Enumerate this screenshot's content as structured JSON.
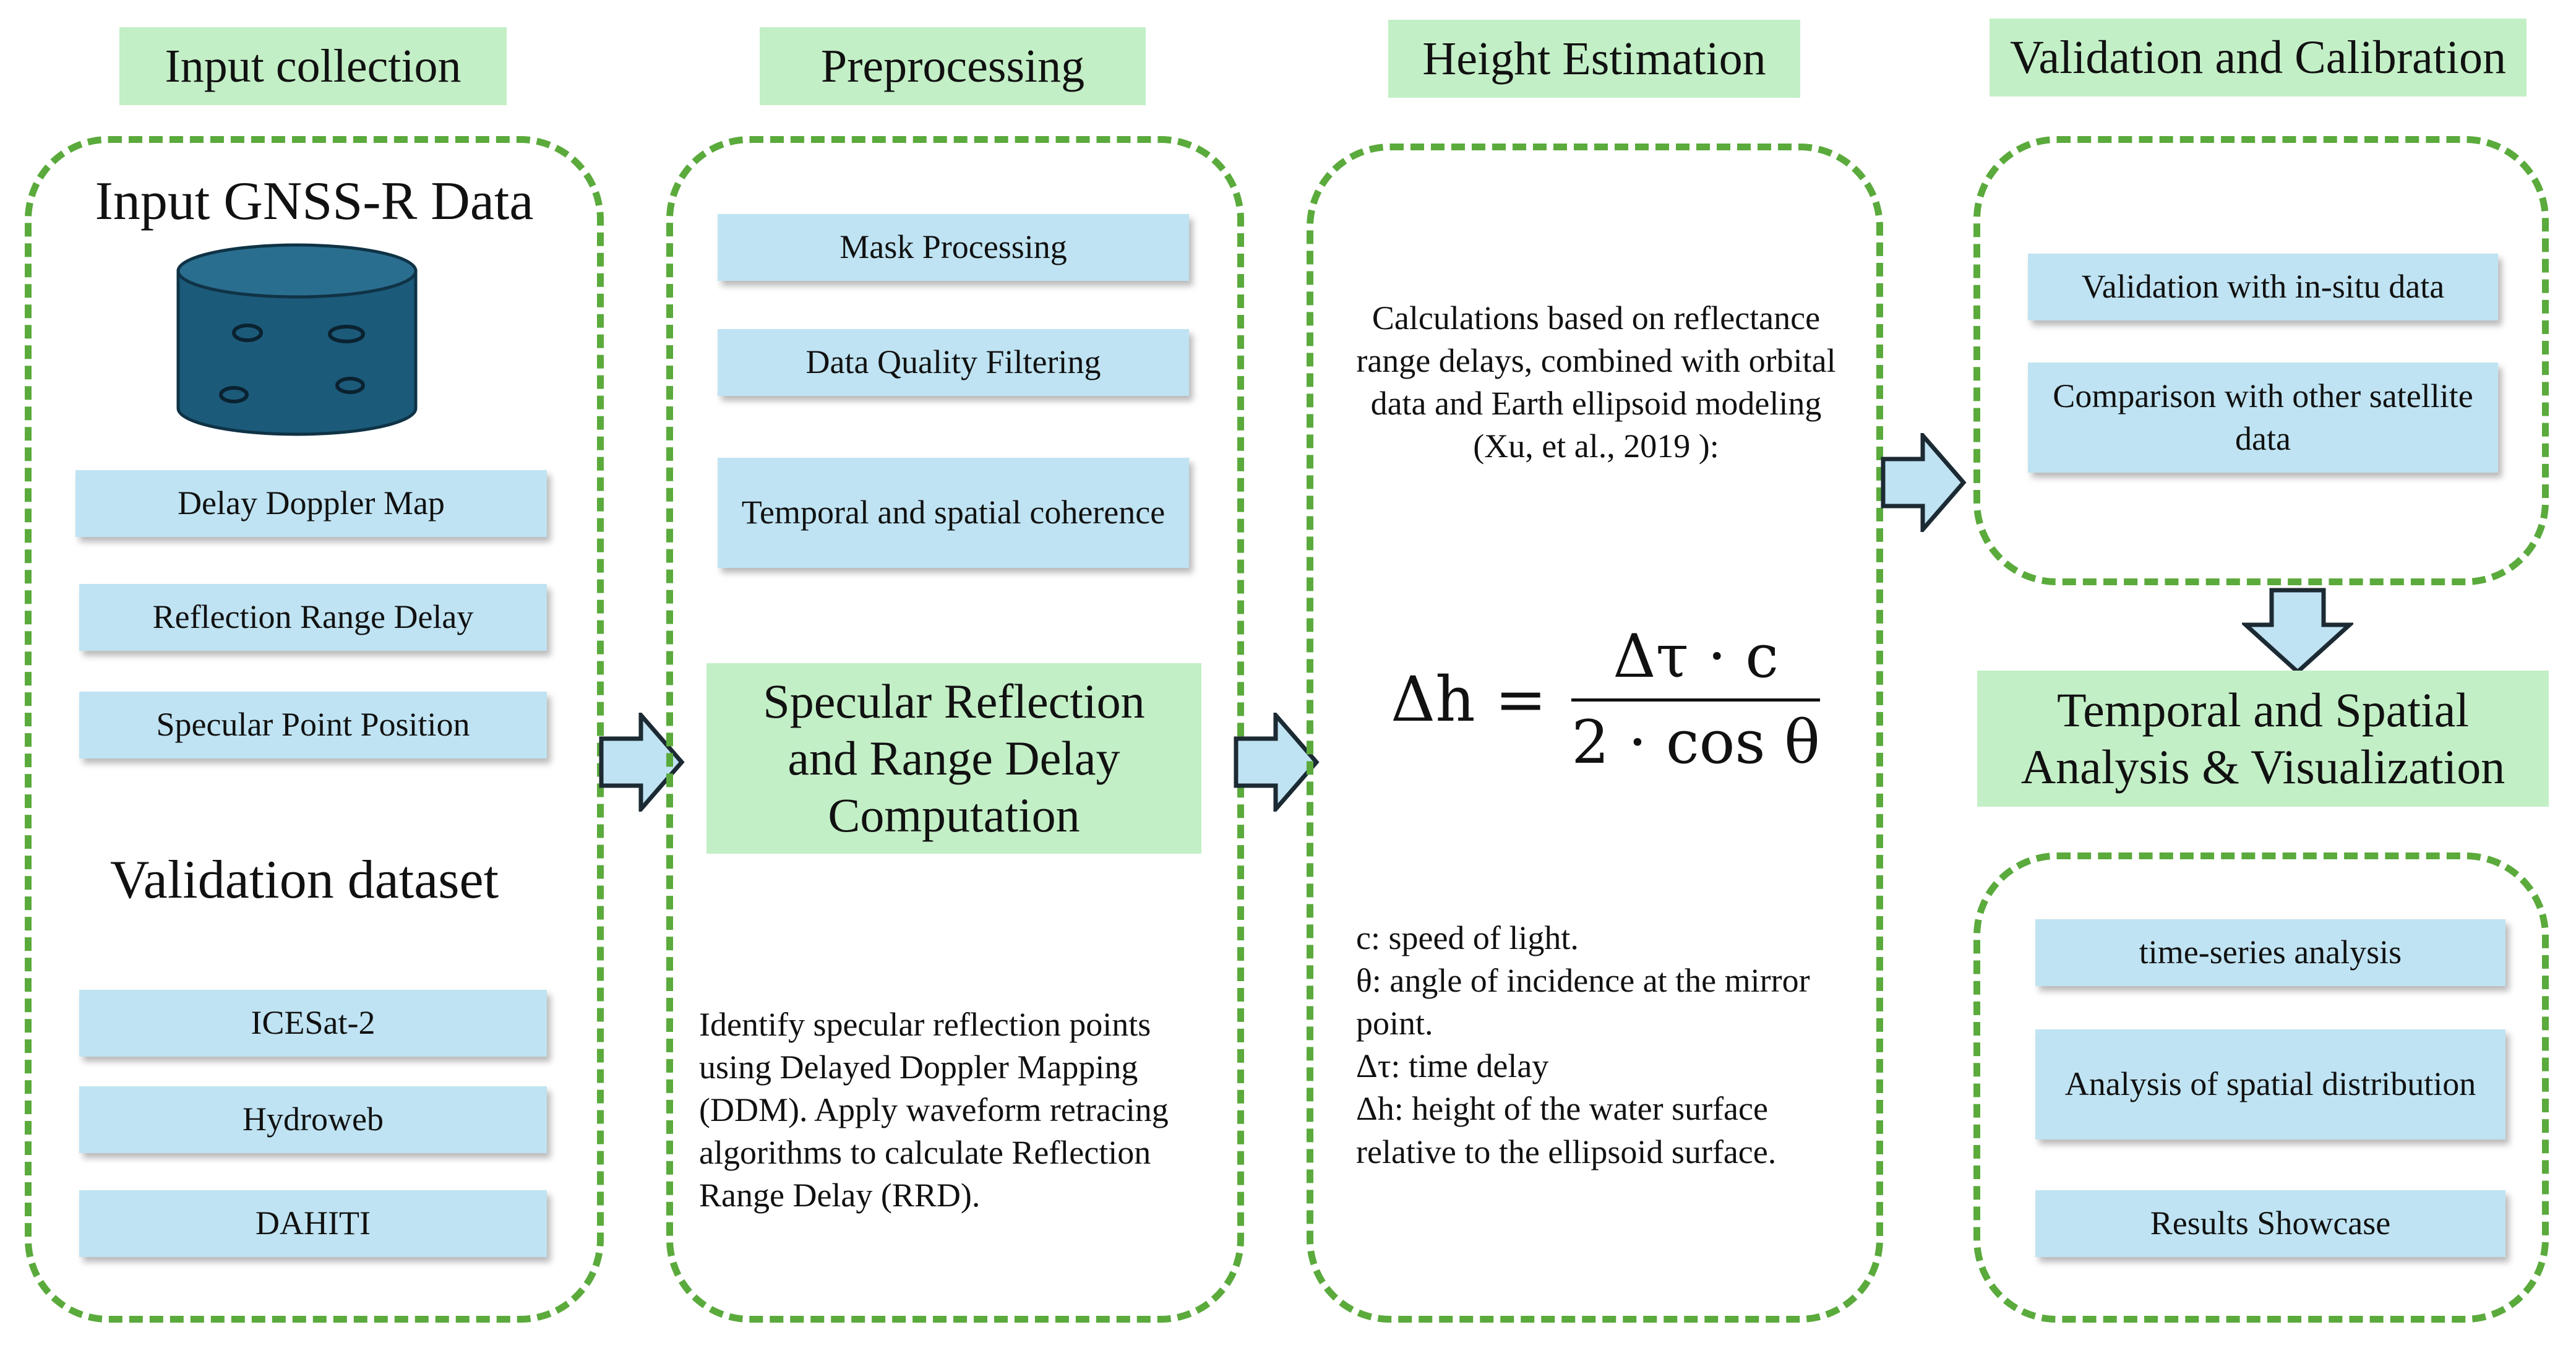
{
  "columns": {
    "input": {
      "header": "Input collection",
      "gnss_title": "Input GNSS-R Data",
      "items": [
        "Delay Doppler Map",
        "Reflection Range Delay",
        "Specular Point Position"
      ],
      "validation_title": "Validation dataset",
      "validation_items": [
        "ICESat-2",
        "Hydroweb",
        "DAHITI"
      ]
    },
    "preprocessing": {
      "header": "Preprocessing",
      "items": [
        "Mask Processing",
        "Data Quality Filtering",
        "Temporal and spatial coherence"
      ],
      "highlight": "Specular Reflection and Range Delay Computation",
      "description": "Identify specular reflection points using Delayed Doppler Mapping (DDM). Apply waveform retracing algorithms to calculate Reflection Range Delay (RRD)."
    },
    "height": {
      "header": "Height Estimation",
      "intro": "Calculations based on reflectance range delays, combined with orbital data and Earth ellipsoid modeling (Xu, et al., 2019 ):",
      "formula": {
        "lhs": "Δh =",
        "numerator": "Δτ · c",
        "denominator": "2 · cos θ"
      },
      "legend": [
        "c: speed of light.",
        "θ: angle of incidence at the mirror point.",
        "Δτ: time delay",
        "Δh: height of the water surface relative to the ellipsoid surface."
      ]
    },
    "validation": {
      "header": "Validation and Calibration",
      "items": [
        "Validation with in-situ data",
        "Comparison with other satellite data"
      ],
      "analysis_title": "Temporal and Spatial Analysis & Visualization",
      "analysis_items": [
        "time-series analysis",
        "Analysis of spatial distribution",
        "Results Showcase"
      ]
    }
  },
  "colors": {
    "header_bg": "#c3efc6",
    "box_bg": "#bfe3f2",
    "dash_border": "#5aaa3c",
    "arrow_fill": "#bfe3f2",
    "arrow_stroke": "#1c2a33",
    "database_fill": "#1c5a7a"
  },
  "icons": [
    "database-icon",
    "arrow-right-icon",
    "arrow-down-icon"
  ]
}
